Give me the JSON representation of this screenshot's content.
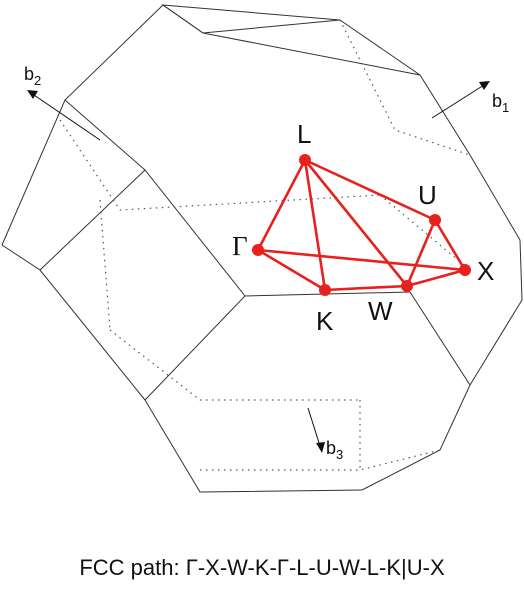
{
  "vectors": {
    "b1": {
      "base": "b",
      "sub": "1"
    },
    "b2": {
      "base": "b",
      "sub": "2"
    },
    "b3": {
      "base": "b",
      "sub": "3"
    }
  },
  "points": {
    "gamma": "Γ",
    "L": "L",
    "U": "U",
    "X": "X",
    "K": "K",
    "W": "W"
  },
  "caption": "FCC path: Γ-X-W-K-Γ-L-U-W-L-K|U-X",
  "colors": {
    "path": "#e8201e",
    "edges": "#333333"
  }
}
